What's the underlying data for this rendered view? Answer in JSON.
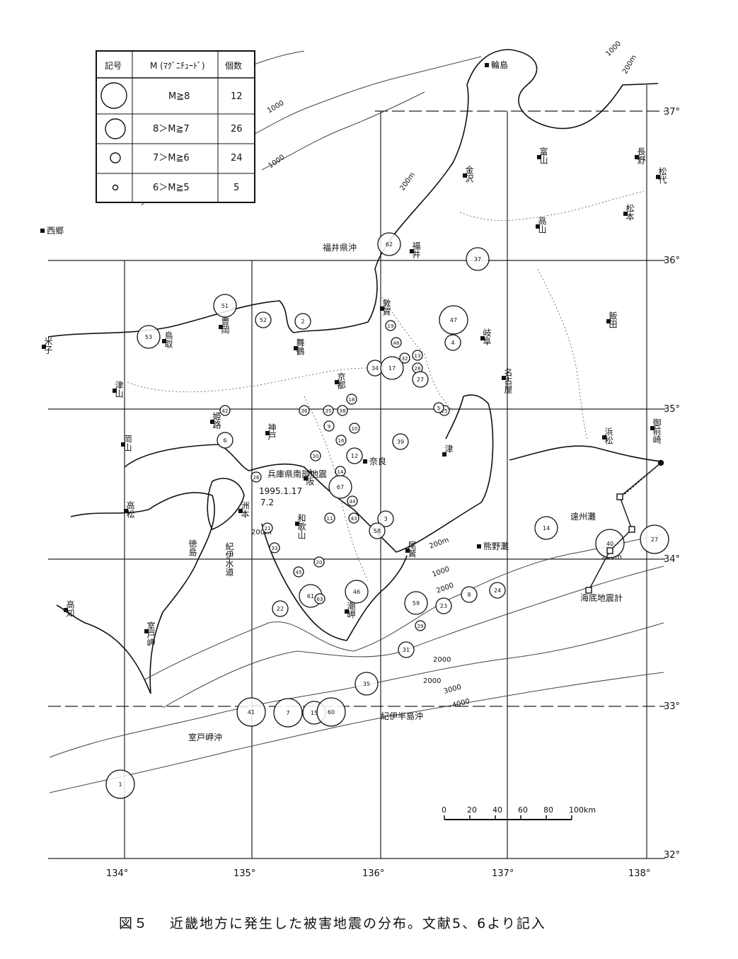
{
  "legend": {
    "headers": [
      "記号",
      "M (ﾏｸﾞﾆﾁｭｰﾄﾞ)",
      "個数"
    ],
    "rows": [
      {
        "range": "M≧8",
        "count": "12"
      },
      {
        "range": "8＞M≧7",
        "count": "26"
      },
      {
        "range": "7＞M≧6",
        "count": "24"
      },
      {
        "range": "6＞M≧5",
        "count": "5"
      }
    ]
  },
  "axes": {
    "longitudes": [
      "134°",
      "135°",
      "136°",
      "137°",
      "138°"
    ],
    "latitudes": [
      "37°",
      "36°",
      "35°",
      "34°",
      "33°",
      "32°"
    ]
  },
  "scale_bar": {
    "ticks": [
      "0",
      "20",
      "40",
      "60",
      "80",
      "100km"
    ]
  },
  "depth_labels": [
    "1000",
    "1000",
    "1000",
    "200m",
    "200m",
    "200m",
    "200m",
    "1000",
    "2000",
    "2000",
    "2000",
    "3000",
    "4000",
    "200m"
  ],
  "places": [
    {
      "name": "輪島"
    },
    {
      "name": "富山"
    },
    {
      "name": "長野"
    },
    {
      "name": "松代"
    },
    {
      "name": "金沢"
    },
    {
      "name": "高山"
    },
    {
      "name": "松本"
    },
    {
      "name": "福井"
    },
    {
      "name": "福井県沖"
    },
    {
      "name": "西郷"
    },
    {
      "name": "敦賀"
    },
    {
      "name": "飯田"
    },
    {
      "name": "岐阜"
    },
    {
      "name": "鳥取"
    },
    {
      "name": "豊岡"
    },
    {
      "name": "舞鶴"
    },
    {
      "name": "米子"
    },
    {
      "name": "京都"
    },
    {
      "name": "名古屋"
    },
    {
      "name": "津山"
    },
    {
      "name": "姫路"
    },
    {
      "name": "神戸"
    },
    {
      "name": "浜松"
    },
    {
      "name": "御前崎"
    },
    {
      "name": "岡山"
    },
    {
      "name": "津"
    },
    {
      "name": "奈良"
    },
    {
      "name": "兵庫県南部地震"
    },
    {
      "name": "1995.1.17"
    },
    {
      "name": "7.2"
    },
    {
      "name": "大阪"
    },
    {
      "name": "洲本"
    },
    {
      "name": "高松"
    },
    {
      "name": "和歌山"
    },
    {
      "name": "遠州灘"
    },
    {
      "name": "熊野灘"
    },
    {
      "name": "徳島"
    },
    {
      "name": "尾鷲"
    },
    {
      "name": "紀伊水道"
    },
    {
      "name": "海底地震計"
    },
    {
      "name": "高知"
    },
    {
      "name": "潮岬"
    },
    {
      "name": "室戸岬"
    },
    {
      "name": "紀伊半島沖"
    },
    {
      "name": "室戸岬沖"
    }
  ],
  "quakes": [
    {
      "id": "62",
      "mag": 7
    },
    {
      "id": "37",
      "mag": 7
    },
    {
      "id": "51",
      "mag": 7
    },
    {
      "id": "52",
      "mag": 6
    },
    {
      "id": "2",
      "mag": 6
    },
    {
      "id": "53",
      "mag": 7
    },
    {
      "id": "19",
      "mag": 5
    },
    {
      "id": "47",
      "mag": 8
    },
    {
      "id": "4",
      "mag": 6
    },
    {
      "id": "34",
      "mag": 6
    },
    {
      "id": "17",
      "mag": 7
    },
    {
      "id": "13",
      "mag": 5
    },
    {
      "id": "28",
      "mag": 5
    },
    {
      "id": "27",
      "mag": 6
    },
    {
      "id": "18",
      "mag": 5
    },
    {
      "id": "36",
      "mag": 5
    },
    {
      "id": "35",
      "mag": 5
    },
    {
      "id": "38",
      "mag": 5
    },
    {
      "id": "42",
      "mag": 5
    },
    {
      "id": "25",
      "mag": 5
    },
    {
      "id": "6",
      "mag": 6
    },
    {
      "id": "9",
      "mag": 5
    },
    {
      "id": "10",
      "mag": 5
    },
    {
      "id": "39",
      "mag": 6
    },
    {
      "id": "12",
      "mag": 6
    },
    {
      "id": "30",
      "mag": 5
    },
    {
      "id": "16",
      "mag": 5
    },
    {
      "id": "14",
      "mag": 5
    },
    {
      "id": "26",
      "mag": 5
    },
    {
      "id": "67",
      "mag": 7
    },
    {
      "id": "44",
      "mag": 5
    },
    {
      "id": "11",
      "mag": 5
    },
    {
      "id": "43",
      "mag": 5
    },
    {
      "id": "3",
      "mag": 6
    },
    {
      "id": "58",
      "mag": 6
    },
    {
      "id": "20",
      "mag": 5
    },
    {
      "id": "61",
      "mag": 7
    },
    {
      "id": "46",
      "mag": 7
    },
    {
      "id": "22",
      "mag": 6
    },
    {
      "id": "59",
      "mag": 7
    },
    {
      "id": "29",
      "mag": 5
    },
    {
      "id": "23",
      "mag": 6
    },
    {
      "id": "8",
      "mag": 6
    },
    {
      "id": "24",
      "mag": 6
    },
    {
      "id": "31",
      "mag": 6
    },
    {
      "id": "14",
      "mag": 7
    },
    {
      "id": "40",
      "mag": 8
    },
    {
      "id": "27",
      "mag": 8
    },
    {
      "id": "35",
      "mag": 7
    },
    {
      "id": "41",
      "mag": 8
    },
    {
      "id": "7",
      "mag": 8
    },
    {
      "id": "15",
      "mag": 7
    },
    {
      "id": "60",
      "mag": 8
    },
    {
      "id": "1",
      "mag": 8
    },
    {
      "id": "33",
      "mag": 5
    },
    {
      "id": "21",
      "mag": 5
    },
    {
      "id": "5",
      "mag": 5
    },
    {
      "id": "32",
      "mag": 5
    },
    {
      "id": "45",
      "mag": 5
    },
    {
      "id": "63",
      "mag": 5
    },
    {
      "id": "48",
      "mag": 5
    }
  ],
  "caption": {
    "figure": "図５",
    "text": "近畿地方に発生した被害地震の分布。文献5、6より記入"
  }
}
